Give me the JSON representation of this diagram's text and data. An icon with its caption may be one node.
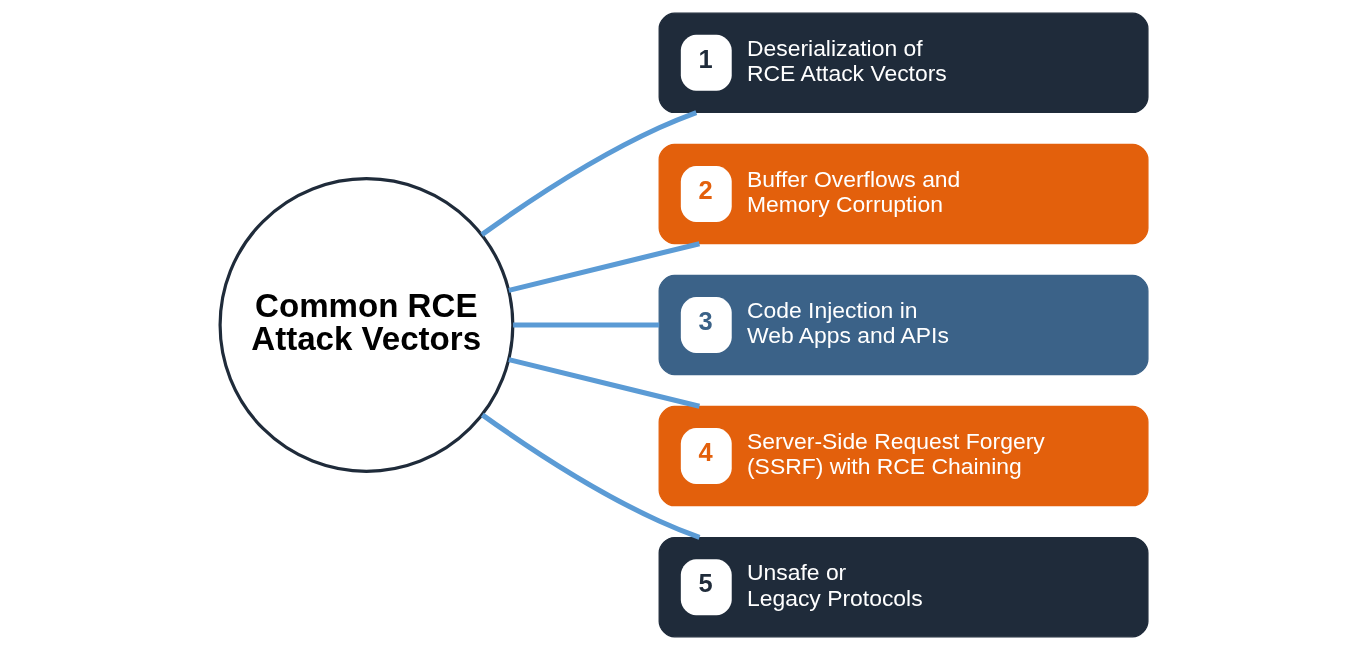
{
  "diagram": {
    "nodes": [
      {
        "text": [
          "Common RCE Attack Vectors"
        ]
      },
      {
        "text": [
          "1",
          "Deserialization of RCE Attack Vectors"
        ]
      },
      {
        "text": [
          "2",
          "Buffer Overflows and Memory Corruption"
        ]
      },
      {
        "text": [
          "3",
          "Code Injection in Web Apps and APIs"
        ]
      },
      {
        "text": [
          "4",
          "Server-Side Request Forgery (SSRF) with RCE Chaining"
        ]
      },
      {
        "text": [
          "5",
          "Unsafe or Legacy Protocols"
        ]
      }
    ],
    "edges": [
      {
        "from": 0,
        "to": 1,
        "arrow": "none"
      },
      {
        "from": 0,
        "to": 2,
        "arrow": "none"
      },
      {
        "from": 0,
        "to": 3,
        "arrow": "none"
      },
      {
        "from": 0,
        "to": 4,
        "arrow": "none"
      },
      {
        "from": 0,
        "to": 5,
        "arrow": "none"
      }
    ]
  }
}
